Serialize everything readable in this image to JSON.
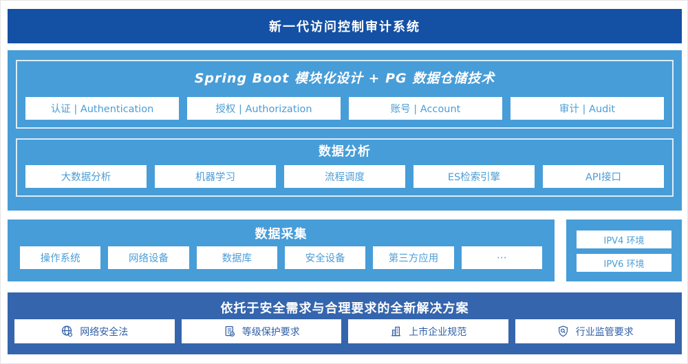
{
  "colors": {
    "banner_bg": "#1450a4",
    "light_panel_bg": "#479dd8",
    "solution_panel_bg": "#3565ad",
    "box_text_blue": "#4a9dd6",
    "solution_text_blue": "#2f5ea6",
    "inner_border": "#dcedf8"
  },
  "banner": {
    "title": "新一代访问控制审计系统"
  },
  "platform": {
    "spring": {
      "title": "Spring Boot 模块化设计 + PG 数据仓储技术",
      "items": [
        "认证 | Authentication",
        "授权 | Authorization",
        "账号 | Account",
        "审计 | Audit"
      ]
    },
    "analysis": {
      "title": "数据分析",
      "items": [
        "大数据分析",
        "机器学习",
        "流程调度",
        "ES检索引擎",
        "API接口"
      ]
    }
  },
  "collection": {
    "title": "数据采集",
    "items": [
      "操作系统",
      "网络设备",
      "数据库",
      "安全设备",
      "第三方应用",
      "⋯"
    ]
  },
  "environment": {
    "items": [
      "IPV4 环境",
      "IPV6 环境"
    ]
  },
  "solution": {
    "title": "依托于安全需求与合理要求的全新解决方案",
    "items": [
      {
        "icon": "globe-icon",
        "label": "网络安全法"
      },
      {
        "icon": "checklist-check-icon",
        "label": "等级保护要求"
      },
      {
        "icon": "building-icon",
        "label": "上市企业规范"
      },
      {
        "icon": "shield-magnifier-icon",
        "label": "行业监管要求"
      }
    ]
  }
}
